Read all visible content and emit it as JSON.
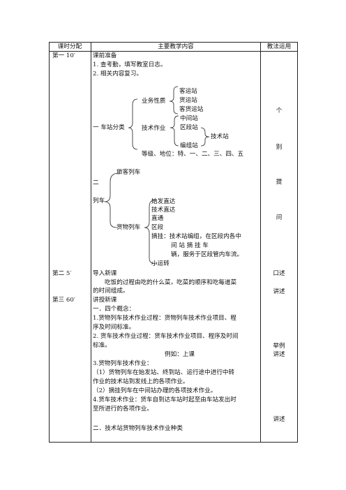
{
  "header": {
    "col1": "课时分配",
    "col2": "主要教学内容",
    "col3": "教法运用"
  },
  "time": {
    "t1": "第一 10′",
    "t2": "第二  5′",
    "t3": "第三 60′"
  },
  "method": {
    "m1": "个",
    "m2": "别",
    "m3": "提",
    "m4": "问",
    "m5": "口述",
    "m6": "讲述",
    "m7": "举例",
    "m8": "讲述",
    "m9": "讲述"
  },
  "sec1": {
    "title": "课前准备",
    "i1": "1.   查考勤，填写教室日志。",
    "i2": "2.   相关内容复习。"
  },
  "stations": {
    "root": "一  车站分类",
    "business": "业务性质",
    "b1": "客运站",
    "b2": "货运站",
    "b3": "客货运站",
    "tech": "技术作业",
    "t1": "中间站",
    "t2": "区段站",
    "t3": "技术站",
    "t4": "编组站",
    "grade": "等级、地位：特、一、二、三、四、五"
  },
  "trains": {
    "sec": "二",
    "passenger": "旅客列车",
    "root": "列车",
    "freight": "货物列车",
    "f1": "始发直达",
    "f2": "技术直达",
    "f3": "直通",
    "f4": "区段",
    "f5a": "摘挂：技术站编组，在区段内各中",
    "f5b": "间    站    摘    挂    车",
    "f5c": "辆，服务于区段管内车流。",
    "f6": "小运转"
  },
  "intro": {
    "title": "导入新课",
    "l1": "吃饭的过程由吃的什么菜，吃菜的顺序和吃每道菜",
    "l2": "的时间组成。"
  },
  "lecture": {
    "title": "讲授新课",
    "h1": "一．四个概念：",
    "p1a": "1.货物列车技术作业过程：货物列车技术作业项目、程",
    "p1b": "序及时间标准。",
    "p2a": "2. 货车技术作业过程：货车技术作业项目、程序及时间",
    "p2b": "标准。",
    "example": "例如：上课",
    "p3": "3.货物列车技术作业：",
    "p3a": "（1）货物列车在始发站、终到站、运行途中进行中转",
    "p3b": "作业的技术站到发线上的各项作业。",
    "p3c": "（2）摘挂列车在中间站办理的各项技术作业。",
    "p4a": "4.货车技术作业：货车自到达车站时起至由车站发出时",
    "p4b": "至所进行的各项作业。",
    "h2": "二．技术站货物列车技术作业种类"
  }
}
